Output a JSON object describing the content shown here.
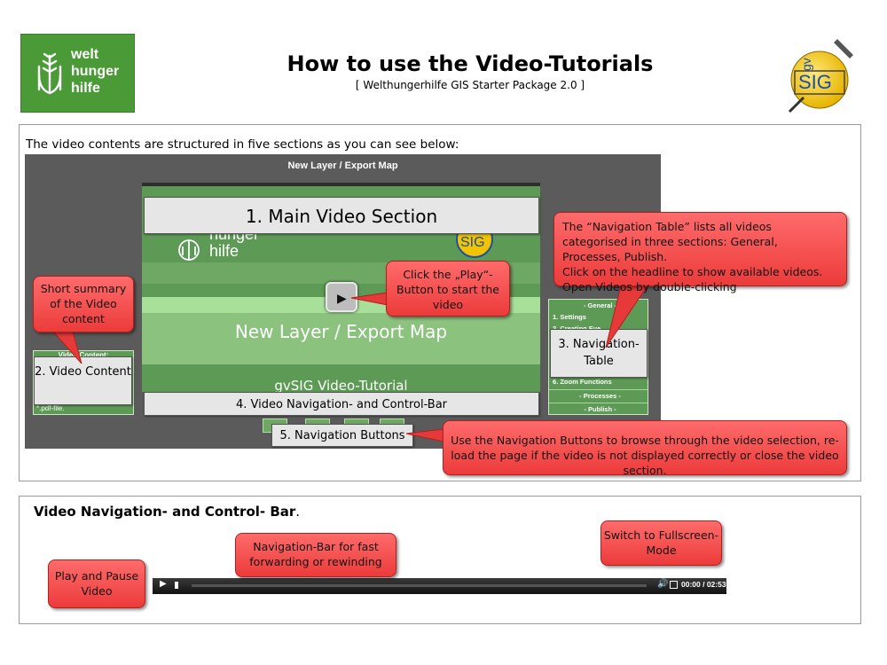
{
  "header": {
    "title": "How to use the Video-Tutorials",
    "subtitle": "[ Welthungerhilfe GIS Starter Package 2.0 ]",
    "logo_left": {
      "lines": [
        "welt",
        "hunger",
        "hilfe"
      ],
      "color": "#4b9a38",
      "icon": "wheat-icon"
    },
    "logo_right": {
      "text": "gvSIG",
      "icon": "gvsig-logo-icon"
    }
  },
  "section1": {
    "intro": "The video contents are structured in five sections as you can see below:",
    "screenshot": {
      "window_title": "New Layer / Export Map",
      "video_logo_lines": [
        "hunger",
        "hilfe"
      ],
      "video_gvsig": "SIG",
      "video_title": "New Layer / Export Map",
      "video_subtitle": "gvSIG Video-Tutorial",
      "left_box_head": "Video Content:",
      "left_box_foot": "*.pdf-file.",
      "nav_table_rows": [
        "- General -",
        "1. Settings",
        "2. Creating Eve...",
        "6. Zoom Functions",
        "- Processes -",
        "- Publish -"
      ]
    },
    "labels": {
      "main": "1. Main Video Section",
      "content": "2. Video Content",
      "navtable": "3. Navigation-Table",
      "controlbar": "4. Video Navigation- and Control-Bar",
      "buttons": "5. Navigation Buttons"
    },
    "callouts": {
      "summary": "Short summary of the Video content",
      "play": "Click the „Play“-Button to start the video",
      "navtable_line1": "The “Navigation Table” lists all videos categorised in three sections:  General, Processes, Publish.",
      "navtable_line2": "Click on the headline to show available videos. Open Videos by double-clicking",
      "navbuttons": "Use the Navigation Buttons to browse through the video selection, re-load the page if the video is not displayed correctly or close the video section."
    }
  },
  "section2": {
    "title": "Video Navigation- and Control- Bar",
    "title_end": ".",
    "callouts": {
      "playpause": "Play and Pause Video",
      "navbar": "Navigation-Bar for fast forwarding or rewinding",
      "fullscreen": "Switch to Fullscreen-Mode"
    },
    "controlbar": {
      "time": "00:00 / 02:53",
      "progress": 0.0
    }
  },
  "colors": {
    "callout": "#ec3b3b",
    "video_green": "#5d9a55",
    "brand_green": "#4b9a38"
  }
}
